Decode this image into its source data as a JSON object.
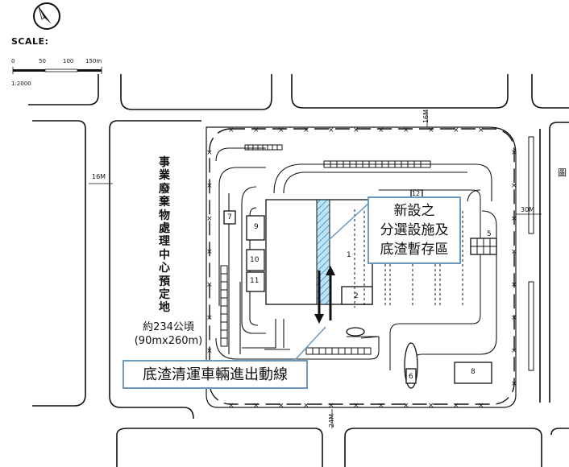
{
  "scale": {
    "label": "SCALE:",
    "ticks": [
      "0",
      "50",
      "100",
      "150m"
    ],
    "ratio": "1:2000"
  },
  "north_arrow": {
    "icon": "north-arrow-icon",
    "letter": "N"
  },
  "roads": {
    "top_width": "16M",
    "left_width": "16M",
    "right_width": "30M",
    "bottom_width": "24M"
  },
  "site": {
    "title": "事業廢棄物處理中心預定地",
    "area_line1": "約234公頃",
    "area_line2": "(90mx260m)"
  },
  "buildings": [
    "1",
    "2",
    "5",
    "6",
    "7",
    "8",
    "9",
    "10",
    "11",
    "12"
  ],
  "callouts": {
    "new_facility": [
      "新設之",
      "分選設施及",
      "底渣暫存區"
    ],
    "route": "底渣清運車輛進出動線"
  },
  "side_char": "圖",
  "colors": {
    "callout_border": "#6a97bd",
    "hatch": "#4aa0c8",
    "line": "#111111"
  }
}
